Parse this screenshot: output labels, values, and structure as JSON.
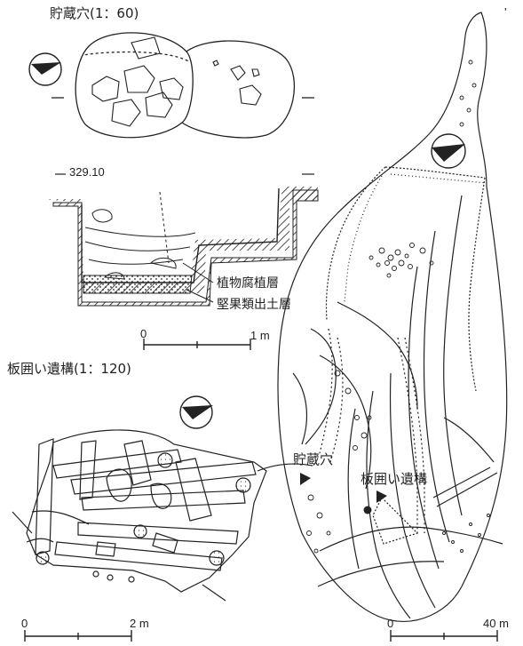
{
  "figure": {
    "storage_pit_plan": {
      "title": "貯蔵穴(1：60)"
    },
    "section": {
      "elevation": "329.10",
      "layer_labels": [
        "植物腐植層",
        "堅果類出土層"
      ],
      "scale": {
        "zero": "0",
        "end": "1 m"
      }
    },
    "plank_structure": {
      "title": "板囲い遺構(1：120)",
      "scale": {
        "zero": "0",
        "end": "2 m"
      }
    },
    "site_map": {
      "labels": {
        "pit": "貯蔵穴",
        "plank": "板囲い遺構"
      },
      "scale": {
        "zero": "0",
        "end": "40 m"
      },
      "tick_mark": "'"
    },
    "north_arrows": [
      "north-arrow",
      "north-arrow",
      "north-arrow"
    ],
    "colors": {
      "ink": "#222222",
      "hatch": "#222222",
      "background": "#ffffff"
    }
  }
}
